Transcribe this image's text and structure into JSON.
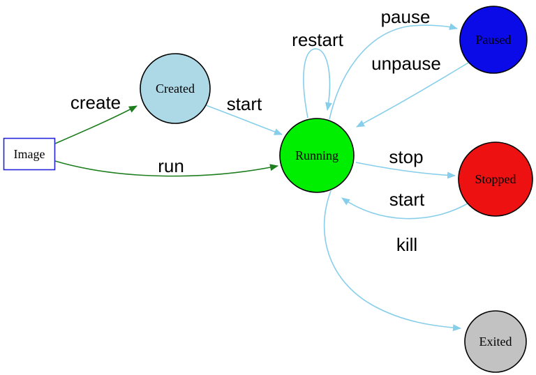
{
  "colors": {
    "background": "#ffffff",
    "edge_blue": "#87ceeb",
    "edge_green": "#1e7e1e",
    "node_border": "#000000",
    "image_box_border": "#2424dd",
    "label_text": "#000000"
  },
  "nodes": {
    "image": {
      "label": "Image",
      "fill": "#ffffff",
      "shape": "rectangle"
    },
    "created": {
      "label": "Created",
      "fill": "#add8e6",
      "shape": "circle"
    },
    "running": {
      "label": "Running",
      "fill": "#00ef00",
      "shape": "circle"
    },
    "paused": {
      "label": "Paused",
      "fill": "#0b0be8",
      "shape": "circle"
    },
    "stopped": {
      "label": "Stopped",
      "fill": "#ee1111",
      "shape": "circle"
    },
    "exited": {
      "label": "Exited",
      "fill": "#c2c2c2",
      "shape": "circle"
    }
  },
  "edges": {
    "create": {
      "label": "create",
      "from": "image",
      "to": "created"
    },
    "run": {
      "label": "run",
      "from": "image",
      "to": "running"
    },
    "start_from_created": {
      "label": "start",
      "from": "created",
      "to": "running"
    },
    "restart": {
      "label": "restart",
      "from": "running",
      "to": "running"
    },
    "pause": {
      "label": "pause",
      "from": "running",
      "to": "paused"
    },
    "unpause": {
      "label": "unpause",
      "from": "paused",
      "to": "running"
    },
    "stop": {
      "label": "stop",
      "from": "running",
      "to": "stopped"
    },
    "start_from_stopped": {
      "label": "start",
      "from": "stopped",
      "to": "running"
    },
    "kill": {
      "label": "kill",
      "from": "running",
      "to": "exited"
    }
  }
}
